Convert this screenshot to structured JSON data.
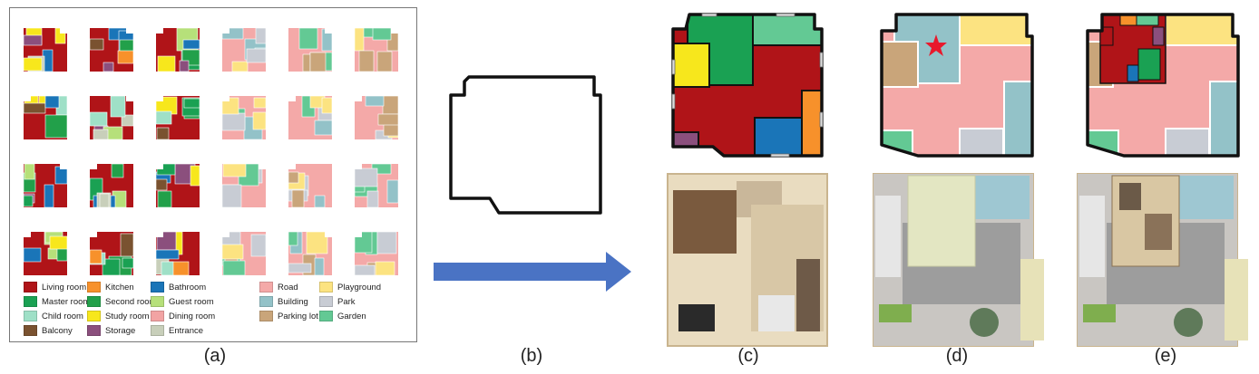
{
  "colors": {
    "living_room": "#b01418",
    "master_room": "#1aa153",
    "child_room": "#9fe0c7",
    "balcony": "#7a5230",
    "kitchen": "#f7912b",
    "second_room": "#22a04a",
    "study_room": "#f7e71c",
    "storage": "#8b4f7d",
    "bathroom": "#1a75b8",
    "guest_room": "#b6e07a",
    "dining_room": "#f2a3a3",
    "entrance": "#c8cfba",
    "road": "#f4a9a8",
    "building": "#93c2c8",
    "parking_lot": "#c9a57a",
    "playground": "#fce381",
    "park": "#c8ccd4",
    "garden": "#63c994",
    "arrow": "#4a73c4",
    "outline": "#111111",
    "star": "#e8192c"
  },
  "legend_left": [
    {
      "label": "Living room",
      "color": "#b01418"
    },
    {
      "label": "Kitchen",
      "color": "#f7912b"
    },
    {
      "label": "Bathroom",
      "color": "#1a75b8"
    },
    {
      "label": "Master room",
      "color": "#1aa153"
    },
    {
      "label": "Second room",
      "color": "#22a04a"
    },
    {
      "label": "Guest room",
      "color": "#b6e07a"
    },
    {
      "label": "Child room",
      "color": "#9fe0c7"
    },
    {
      "label": "Study room",
      "color": "#f7e71c"
    },
    {
      "label": "Dining room",
      "color": "#f2a3a3"
    },
    {
      "label": "Balcony",
      "color": "#7a5230"
    },
    {
      "label": "Storage",
      "color": "#8b4f7d"
    },
    {
      "label": "Entrance",
      "color": "#c8cfba"
    }
  ],
  "legend_right": [
    {
      "label": "Road",
      "color": "#f4a9a8"
    },
    {
      "label": "Playground",
      "color": "#fce381"
    },
    {
      "label": "Building",
      "color": "#93c2c8"
    },
    {
      "label": "Park",
      "color": "#c8ccd4"
    },
    {
      "label": "Parking lot",
      "color": "#c9a57a"
    },
    {
      "label": "Garden",
      "color": "#63c994"
    }
  ],
  "captions": {
    "a": "(a)",
    "b": "(b)",
    "c": "(c)",
    "d": "(d)",
    "e": "(e)"
  }
}
